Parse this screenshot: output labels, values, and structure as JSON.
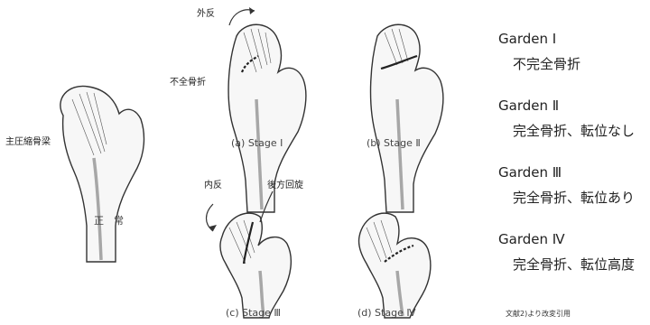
{
  "figure": {
    "normal": {
      "compression_label": "主圧縮骨梁",
      "caption": "正　常"
    },
    "stage1": {
      "rotation_label": "外反",
      "incomplete_label": "不全骨折",
      "caption": "(a) Stage Ⅰ"
    },
    "stage2": {
      "caption": "(b) Stage Ⅱ"
    },
    "stage3": {
      "varus_label": "内反",
      "posterior_label": "後方回旋",
      "caption": "(c) Stage Ⅲ"
    },
    "stage4": {
      "caption": "(d) Stage Ⅳ"
    }
  },
  "classification": [
    {
      "title": "Garden Ⅰ",
      "desc": "不完全骨折"
    },
    {
      "title": "Garden Ⅱ",
      "desc": "完全骨折、転位なし"
    },
    {
      "title": "Garden Ⅲ",
      "desc": "完全骨折、転位あり"
    },
    {
      "title": "Garden Ⅳ",
      "desc": "完全骨折、転位高度"
    }
  ],
  "source_note": "文献2)より改変引用"
}
